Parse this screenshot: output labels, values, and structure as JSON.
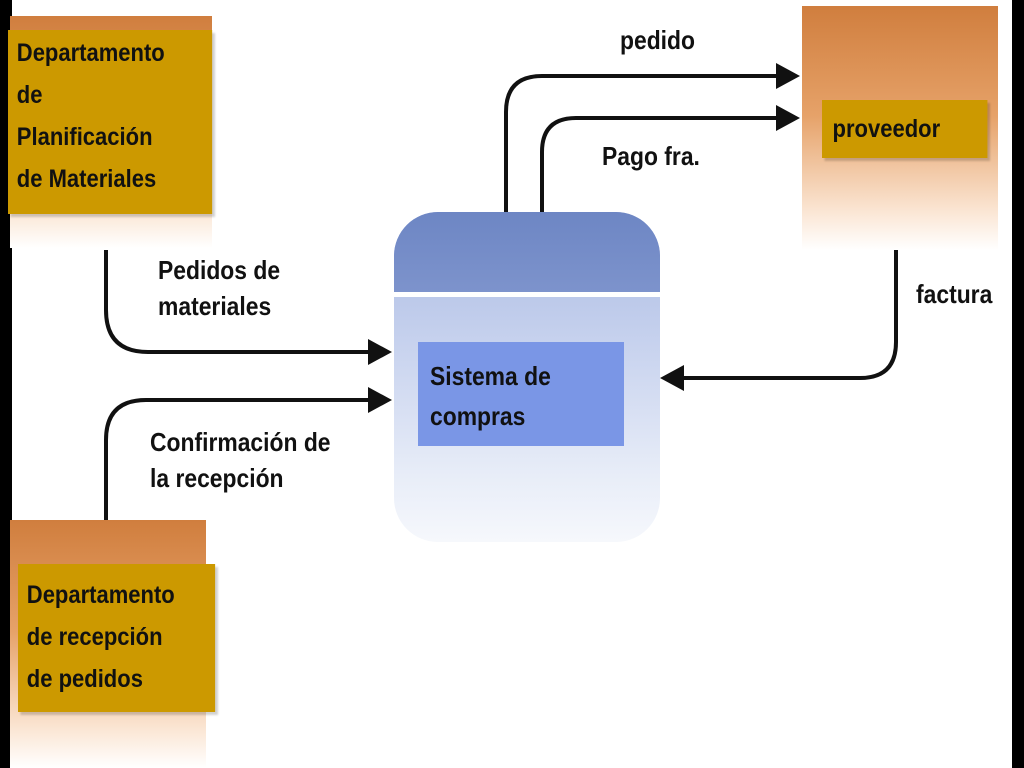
{
  "entities": {
    "planning_dept": {
      "lines": [
        "Departamento",
        "de",
        "Planificación",
        "de Materiales"
      ]
    },
    "supplier": {
      "lines": [
        "proveedor"
      ]
    },
    "reception_dept": {
      "lines": [
        "Departamento",
        "de recepción",
        "de pedidos"
      ]
    }
  },
  "process": {
    "lines": [
      "Sistema de",
      "compras"
    ]
  },
  "flows": {
    "order": {
      "lines": [
        "pedido"
      ]
    },
    "invoice_payment": {
      "lines": [
        "Pago fra."
      ]
    },
    "materials_orders": {
      "lines": [
        "Pedidos de",
        "materiales"
      ]
    },
    "invoice": {
      "lines": [
        "factura"
      ]
    },
    "reception_confirmation": {
      "lines": [
        "Confirmación de",
        "la recepción"
      ]
    }
  },
  "colors": {
    "entity_gradient_top": "#d07e3e",
    "entity_label": "#cc9900",
    "process_top": "#6d86c4",
    "process_label": "#7a96e6",
    "arrow": "#111111"
  }
}
